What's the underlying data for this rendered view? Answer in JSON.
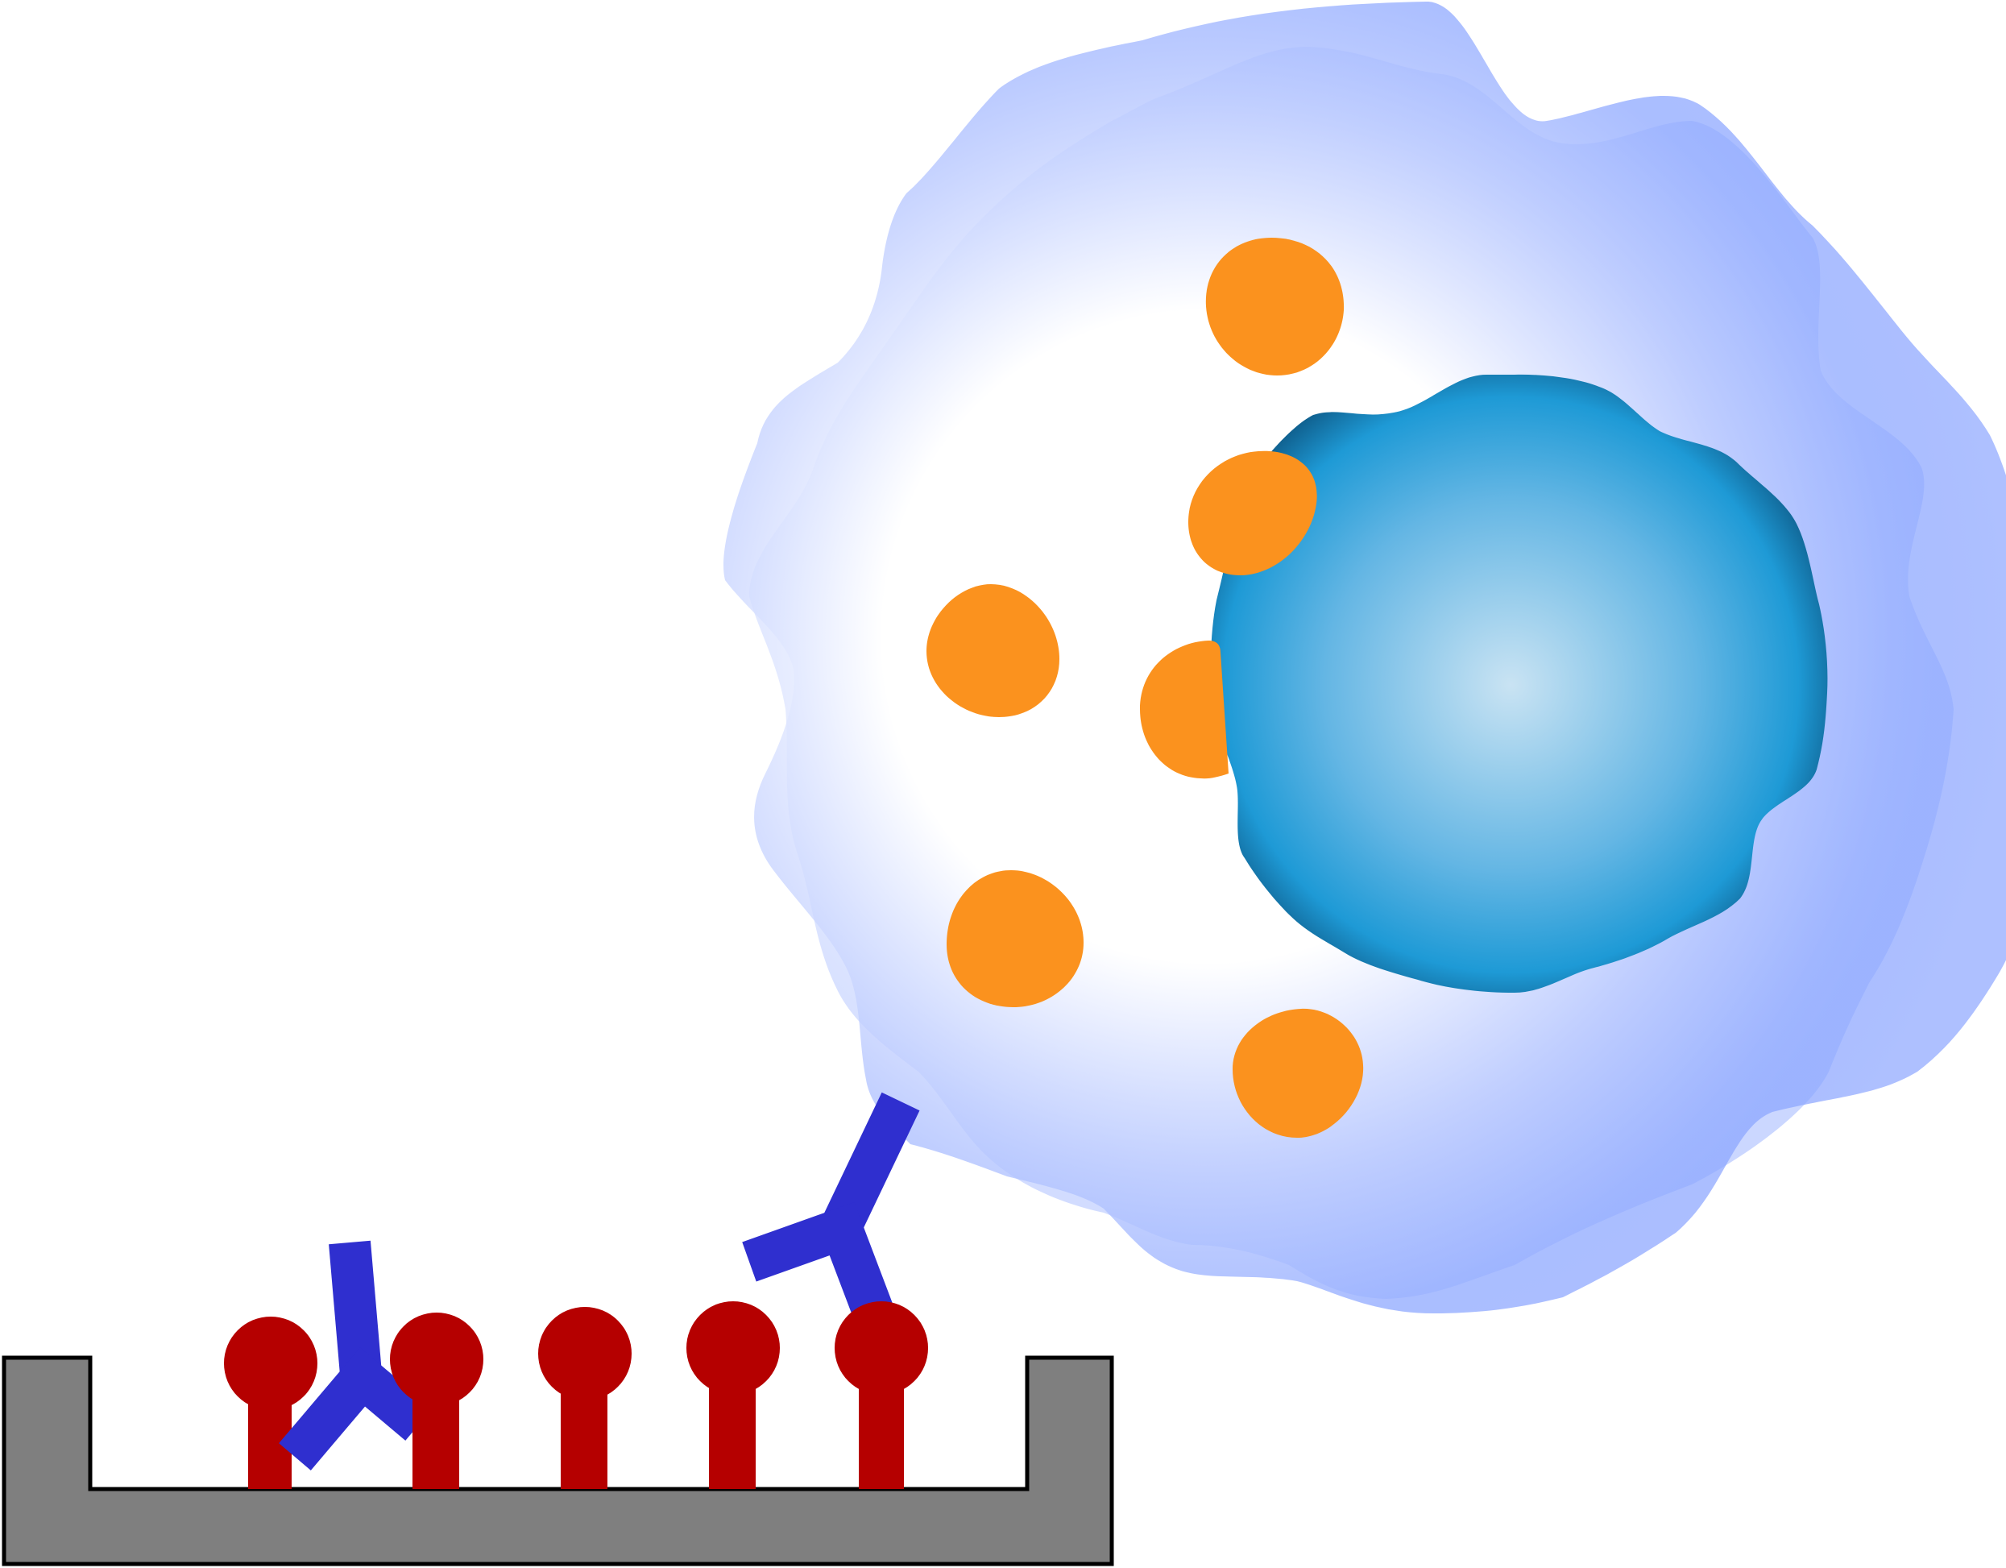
{
  "diagram": {
    "colors": {
      "background": "#ffffff",
      "well_fill": "#7f7f7f",
      "well_stroke": "#000000",
      "antigen": "#b50000",
      "antibody": "#2f2fcf",
      "granule": "#fb921e",
      "cytoplasm_edge": "#7896ff",
      "cytoplasm_center": "#ffffff",
      "nucleus_edge": "#0f5e8c",
      "nucleus_mid": "#1e9ad6",
      "nucleus_center": "#c9e3f3"
    },
    "elements": {
      "well": "well-plate",
      "antigens": 5,
      "bound_antibodies": 1,
      "bridging_antibodies": 1,
      "cell": "immune-cell",
      "granules": 6
    }
  }
}
